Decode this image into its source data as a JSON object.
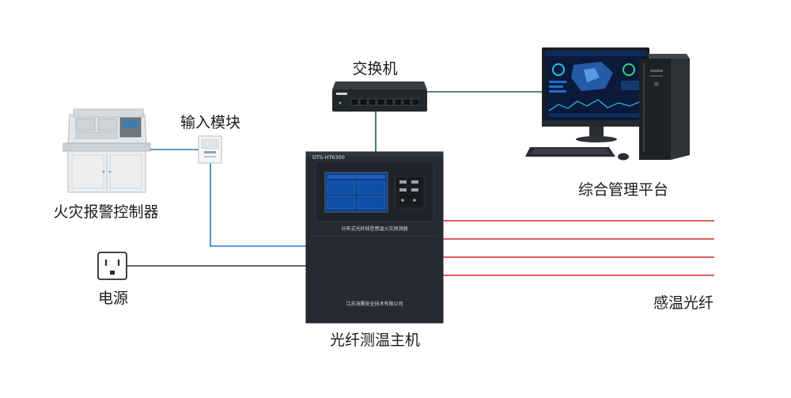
{
  "labels": {
    "switch": "交换机",
    "input_module": "输入模块",
    "fire_controller": "火灾报警控制器",
    "platform": "综合管理平台",
    "power": "电源",
    "host": "光纤测温主机",
    "fiber": "感温光纤"
  },
  "host_panel": {
    "model": "DTS-HT6300",
    "product_name": "分布式光纤线型感温火灾探测器",
    "company": "江苏海腾安全技术有限公司"
  },
  "colors": {
    "link_blue": "#2f78c4",
    "link_teal": "#1f5a4c",
    "link_dark": "#2d3a44",
    "fiber_red": "#d9262c",
    "cabinet": "#262b33"
  },
  "icons": {
    "controller": "fire-alarm-controller-icon",
    "module": "input-module-icon",
    "switch": "network-switch-icon",
    "computer": "desktop-computer-icon",
    "power": "power-socket-icon",
    "host": "fiber-host-cabinet-icon"
  }
}
